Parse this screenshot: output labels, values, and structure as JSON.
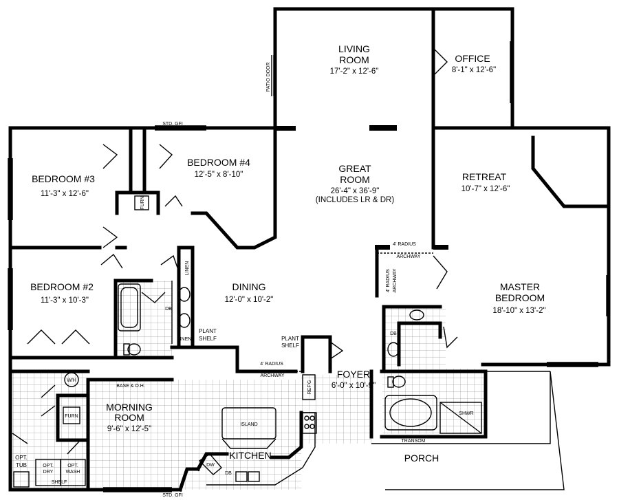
{
  "plan": {
    "rooms": {
      "living": {
        "name_1": "LIVING",
        "name_2": "ROOM",
        "size": "17'-2\" x 12'-6\""
      },
      "office": {
        "name": "OFFICE",
        "size": "8'-1\" x 12'-6\""
      },
      "great": {
        "name_1": "GREAT",
        "name_2": "ROOM",
        "size": "26'-4\" x 36'-9\"",
        "note": "(INCLUDES LR & DR)"
      },
      "bed3": {
        "name": "BEDROOM #3",
        "size": "11'-3\" x 12'-6\""
      },
      "bed4": {
        "name": "BEDROOM #4",
        "size": "12'-5\" x 8'-10\""
      },
      "retreat": {
        "name": "RETREAT",
        "size": "10'-7\" x 12'-6\""
      },
      "bed2": {
        "name": "BEDROOM #2",
        "size": "11'-3\" x 10'-3\""
      },
      "dining": {
        "name": "DINING",
        "size": "12'-0\" x 10'-2\""
      },
      "master": {
        "name_1": "MASTER",
        "name_2": "BEDROOM",
        "size": "18'-10\" x 13'-2\""
      },
      "foyer": {
        "name": "FOYER",
        "size": "6'-0\" x 10'-9\""
      },
      "morning": {
        "name_1": "MORNING",
        "name_2": "ROOM",
        "size": "9'-6\" x 12'-5\""
      },
      "kitchen": {
        "name": "KITCHEN"
      },
      "porch": {
        "name": "PORCH"
      }
    },
    "labels": {
      "patio_door": "PATIO DOOR",
      "std_gfi_top": "STD. GFI",
      "std_gfi_bottom": "STD. GFI",
      "furn_hall": "FURN",
      "furn_utility": "FURN",
      "linen_1": "LINEN",
      "linen_2": "LINEN",
      "db_hall": "DB",
      "db_master": "DB",
      "plant_shelf_dining_1": "PLANT",
      "plant_shelf_dining_2": "SHELF",
      "plant_shelf_foyer_1": "PLANT",
      "plant_shelf_foyer_2": "SHELF",
      "radius_retreat": "4' RADIUS",
      "archway_retreat": "ARCHWAY",
      "radius_master_side": "4' RADIUS",
      "archway_master_side": "ARCHWAY",
      "radius_dining": "4' RADIUS",
      "archway_dining": "ARCHWAY",
      "wh": "W/H",
      "base_oh": "BASE & O.H.",
      "refg": "REF'G",
      "island": "ISLAND",
      "dw": "DW",
      "db_kitchen": "DB",
      "opt_tub_1": "OPT.",
      "opt_tub_2": "TUB",
      "opt_dry_1": "OPT.",
      "opt_dry_2": "DRY",
      "opt_wash_1": "OPT.",
      "opt_wash_2": "WASH",
      "shelf": "SHELF",
      "shwr": "SHWR",
      "transom": "TRANSOM"
    }
  }
}
